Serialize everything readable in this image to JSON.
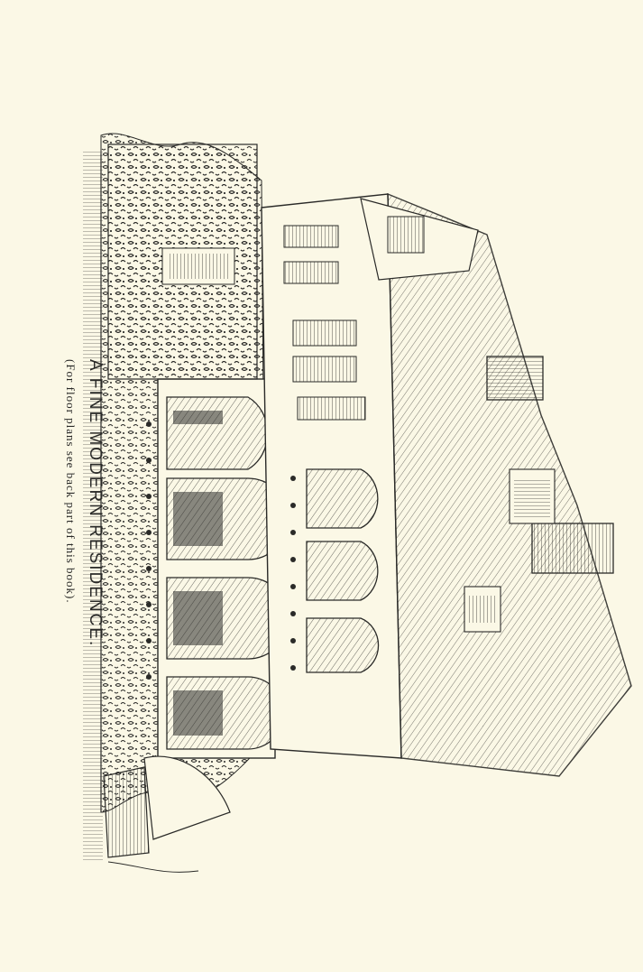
{
  "caption": {
    "title": "A FINE MODERN RESIDENCE.",
    "subtitle": "(For floor plans see back part of this book)."
  },
  "colors": {
    "paper": "#fbf8e6",
    "ink": "#2a2a28"
  },
  "illustration": {
    "subject": "house-engraving"
  }
}
